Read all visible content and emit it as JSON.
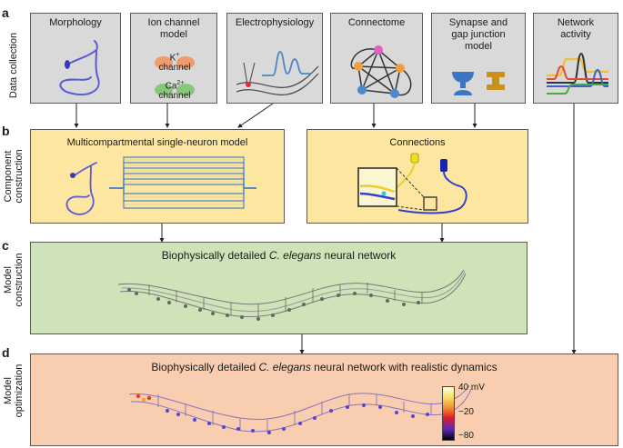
{
  "panels": {
    "a": "a",
    "b": "b",
    "c": "c",
    "d": "d"
  },
  "row_labels": {
    "a": "Data collection",
    "b_line1": "Component",
    "b_line2": "construction",
    "c_line1": "Model",
    "c_line2": "construction",
    "d_line1": "Model",
    "d_line2": "optimization"
  },
  "data_collection": {
    "morphology": "Morphology",
    "ion_channel_line1": "Ion channel",
    "ion_channel_line2": "model",
    "k_label": "K",
    "k_sup": "+",
    "k_channel": "channel",
    "ca_label": "Ca",
    "ca_sup": "2+",
    "ca_channel": "channel",
    "electrophysiology": "Electrophysiology",
    "connectome": "Connectome",
    "synapse_line1": "Synapse and",
    "synapse_line2": "gap junction",
    "synapse_line3": "model",
    "network_line1": "Network",
    "network_line2": "activity"
  },
  "component": {
    "single_neuron": "Multicompartmental single-neuron model",
    "connections": "Connections"
  },
  "model_construction": {
    "title_pre": "Biophysically detailed ",
    "title_em": "C. elegans",
    "title_post": " neural network"
  },
  "model_optimization": {
    "title_pre": "Biophysically detailed ",
    "title_em": "C. elegans",
    "title_post": " neural network with realistic dynamics",
    "colorbar_top": "40 mV",
    "colorbar_mid": "−20",
    "colorbar_bottom": "−80"
  },
  "colors": {
    "gray_box": "#d9d9d9",
    "yellow_box": "#fde7a0",
    "green_box": "#cfe3b9",
    "orange_box": "#f9cdb0",
    "neuron_blue": "#5b5bd6",
    "trace_blue": "#4f86c6"
  }
}
